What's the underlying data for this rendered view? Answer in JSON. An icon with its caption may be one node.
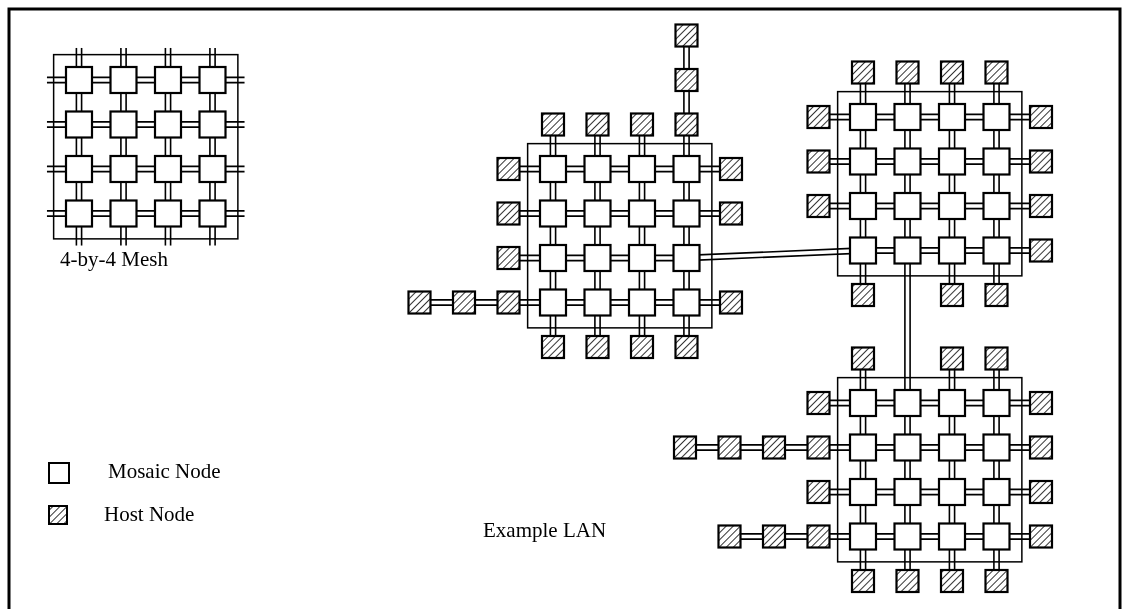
{
  "diagram": {
    "labels": [
      "4-by-4 Mesh",
      "Example LAN"
    ],
    "legend": [
      {
        "text": "Mosaic Node"
      },
      {
        "text": "Host Node"
      }
    ]
  }
}
